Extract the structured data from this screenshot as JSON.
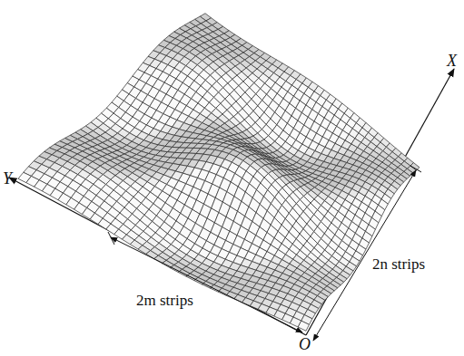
{
  "diagram": {
    "labels": [
      "X",
      "Y",
      "O",
      "2m strips",
      "2n strips"
    ]
  }
}
